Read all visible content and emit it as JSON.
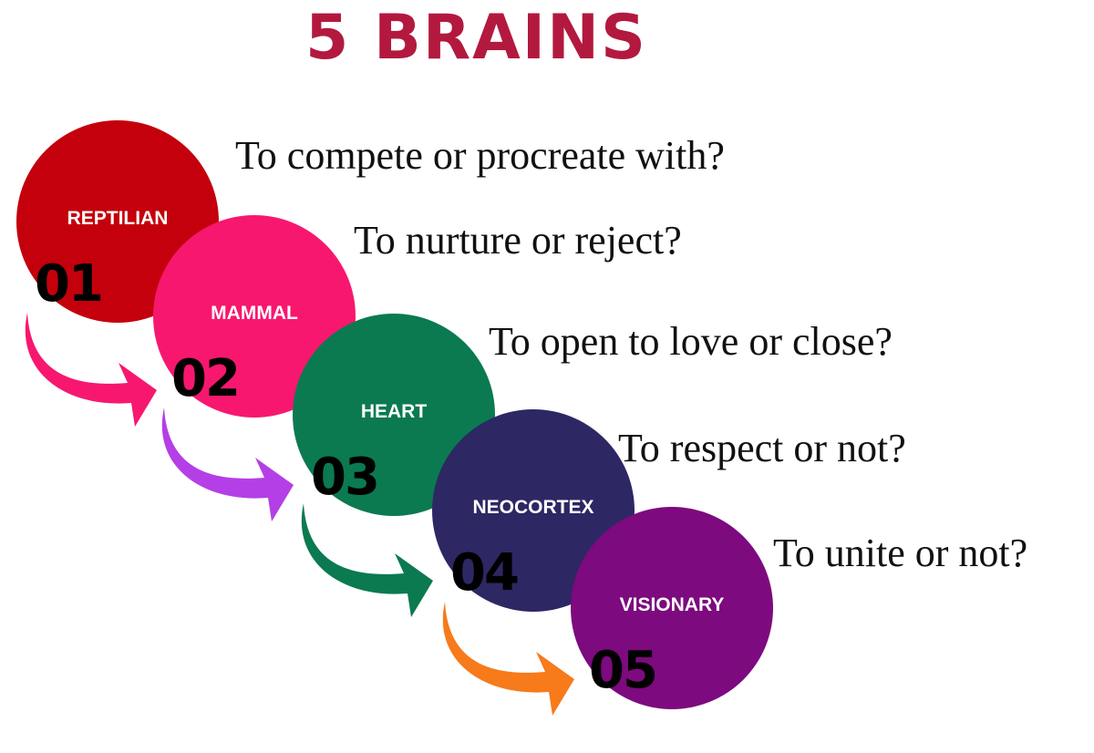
{
  "title": "5 BRAINS",
  "colors": {
    "title": "#b3193f",
    "reptilian": "#c4000c",
    "mammal": "#f7176f",
    "heart": "#0b7a50",
    "neocortex": "#2d2763",
    "visionary": "#7d0a7e",
    "arrow_1": "#f7176f",
    "arrow_2": "#b43fe6",
    "arrow_3": "#0b7a50",
    "arrow_4": "#f77a1b"
  },
  "brains": [
    {
      "label": "REPTILIAN",
      "number": "01",
      "question": "To compete or procreate with?",
      "color": "#c4000c"
    },
    {
      "label": "MAMMAL",
      "number": "02",
      "question": "To nurture or reject?",
      "color": "#f7176f"
    },
    {
      "label": "HEART",
      "number": "03",
      "question": "To open to love or close?",
      "color": "#0b7a50"
    },
    {
      "label": "NEOCORTEX",
      "number": "04",
      "question": "To respect or not?",
      "color": "#2d2763"
    },
    {
      "label": "VISIONARY",
      "number": "05",
      "question": "To unite or not?",
      "color": "#7d0a7e"
    }
  ],
  "arrows": [
    {
      "from": "01",
      "to": "02",
      "color": "#f7176f",
      "icon": "curved-arrow-icon"
    },
    {
      "from": "02",
      "to": "03",
      "color": "#b43fe6",
      "icon": "curved-arrow-icon"
    },
    {
      "from": "03",
      "to": "04",
      "color": "#0b7a50",
      "icon": "curved-arrow-icon"
    },
    {
      "from": "04",
      "to": "05",
      "color": "#f77a1b",
      "icon": "curved-arrow-icon"
    }
  ]
}
